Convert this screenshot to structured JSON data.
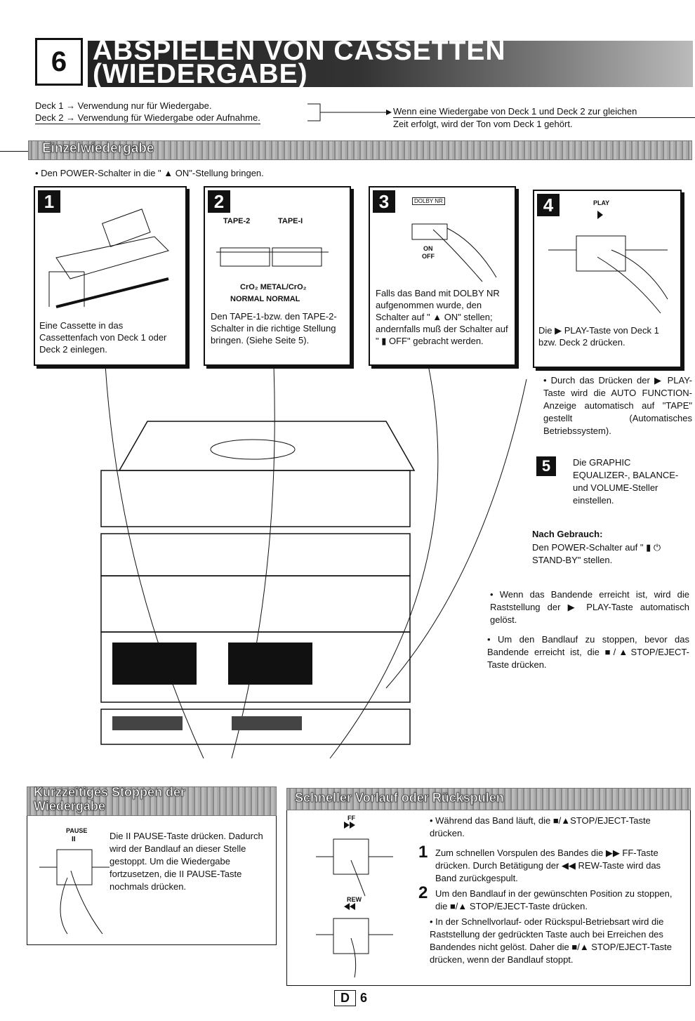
{
  "header": {
    "chapter_number": "6",
    "title_line1": "ABSPIELEN VON CASSETTEN",
    "title_line2": "(WIEDERGABE)"
  },
  "deck_info": {
    "deck1": "Deck 1 → Verwendung nur für Wiedergabe.",
    "deck2": "Deck 2 → Verwendung für Wiedergabe oder Aufnahme.",
    "note_line1": "Wenn eine Wiedergabe von Deck 1 und Deck 2 zur gleichen",
    "note_line2": "Zeit erfolgt, wird der Ton vom Deck 1 gehört."
  },
  "section1": {
    "title": "Einzelwiedergabe",
    "intro": "• Den POWER-Schalter in die \" ▲ ON\"-Stellung bringen."
  },
  "steps": [
    {
      "num": "1",
      "text": "Eine Cassette in das Cassettenfach von Deck 1 oder Deck 2 einlegen."
    },
    {
      "num": "2",
      "label_tape2": "TAPE-2",
      "label_tape1": "TAPE-I",
      "label_metal": "CrO₂ METAL/CrO₂",
      "label_normal": "NORMAL NORMAL",
      "text": "Den TAPE-1-bzw. den TAPE-2-Schalter in die richtige Stellung bringen. (Siehe Seite 5)."
    },
    {
      "num": "3",
      "label_dolby": "DOLBY NR",
      "label_on": "ON",
      "label_off": "OFF",
      "text": "Falls das Band mit DOLBY NR aufgenommen wurde, den Schalter auf \" ▲ ON\" stellen; andernfalls muß der Schalter auf \" ▮ OFF\" gebracht werden."
    },
    {
      "num": "4",
      "label_play": "PLAY",
      "text": "Die ▶ PLAY-Taste von Deck 1 bzw. Deck 2 drücken."
    }
  ],
  "right_notes": {
    "auto_function": "• Durch das Drücken der ▶ PLAY-Taste wird die AUTO FUNCTION-Anzeige automatisch auf \"TAPE\" gestellt (Automatisches Betriebssystem).",
    "step5_num": "5",
    "step5_text": "Die GRAPHIC EQUALIZER-, BALANCE- und VOLUME-Steller einstellen.",
    "after_use_title": "Nach Gebrauch:",
    "after_use_text": "Den POWER-Schalter auf \" ▮ ⏻ STAND-BY\" stellen.",
    "band_end": "• Wenn das Bandende erreicht ist, wird die Raststellung der ▶ PLAY-Taste automatisch gelöst.",
    "stop": "• Um den Bandlauf zu stoppen, bevor das Bandende erreicht ist, die ■/▲STOP/EJECT-Taste drücken."
  },
  "pause_section": {
    "title_line1": "Kurzzeitiges Stoppen der",
    "title_line2": "Wiedergabe",
    "label": "PAUSE",
    "text": "Die II PAUSE-Taste drücken. Dadurch wird der Bandlauf an dieser Stelle gestoppt. Um die Wiedergabe fortzusetzen, die II PAUSE-Taste nochmals drücken."
  },
  "ff_section": {
    "title": "Schneller Vorlauf oder Rückspulen",
    "label_ff": "FF",
    "label_rew": "REW",
    "bullet1": "• Während das Band läuft, die ■/▲STOP/EJECT-Taste drücken.",
    "step1_num": "1",
    "step1": "Zum schnellen Vorspulen des Bandes die ▶▶ FF-Taste drücken. Durch Betätigung der ◀◀ REW-Taste wird das Band zurückgespult.",
    "step2_num": "2",
    "step2": "Um den Bandlauf in der gewünschten Position zu stoppen, die ■/▲ STOP/EJECT-Taste drücken.",
    "bullet2": "• In der Schnellvorlauf- oder Rückspul-Betriebsart wird die Raststellung der gedrückten Taste auch bei Erreichen des Bandendes nicht gelöst. Daher die ■/▲ STOP/EJECT-Taste drücken, wenn der Bandlauf stoppt."
  },
  "footer": {
    "lang": "D",
    "page": "6"
  }
}
